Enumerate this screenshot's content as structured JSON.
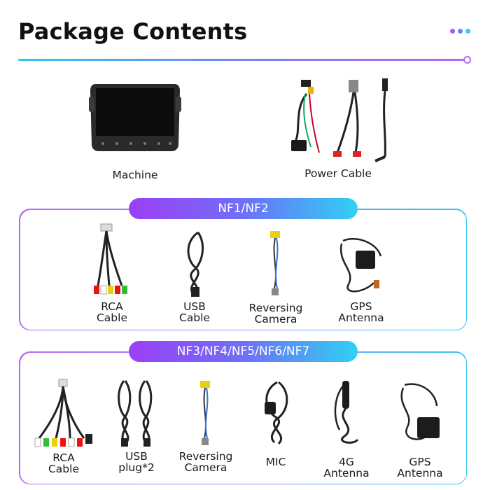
{
  "header": {
    "title": "Package Contents"
  },
  "colors": {
    "accent_purple": "#a45bf2",
    "accent_cyan": "#2fd0f3",
    "accent_blue": "#5d86f5"
  },
  "top_items": [
    {
      "label": "Machine",
      "icon": "car-stereo-unit-icon"
    },
    {
      "label": "Power Cable",
      "icon": "power-harness-icon"
    }
  ],
  "sections": [
    {
      "title": "NF1/NF2",
      "items": [
        {
          "label": [
            "RCA",
            "Cable"
          ],
          "icon": "rca-cable-icon"
        },
        {
          "label": [
            "USB",
            "Cable"
          ],
          "icon": "usb-cable-icon"
        },
        {
          "label": [
            "Reversing",
            "Camera"
          ],
          "icon": "reversing-camera-icon"
        },
        {
          "label": [
            "GPS",
            "Antenna"
          ],
          "icon": "gps-antenna-icon"
        }
      ]
    },
    {
      "title": "NF3/NF4/NF5/NF6/NF7",
      "items": [
        {
          "label": [
            "RCA",
            "Cable"
          ],
          "icon": "rca-cable-icon"
        },
        {
          "label": [
            "USB",
            "plug*2"
          ],
          "icon": "usb-plug-pair-icon"
        },
        {
          "label": [
            "Reversing",
            "Camera"
          ],
          "icon": "reversing-camera-icon"
        },
        {
          "label": [
            "MIC",
            ""
          ],
          "icon": "microphone-icon"
        },
        {
          "label": [
            "4G",
            "Antenna"
          ],
          "icon": "4g-antenna-icon"
        },
        {
          "label": [
            "GPS",
            "Antenna"
          ],
          "icon": "gps-antenna-icon"
        }
      ]
    }
  ]
}
